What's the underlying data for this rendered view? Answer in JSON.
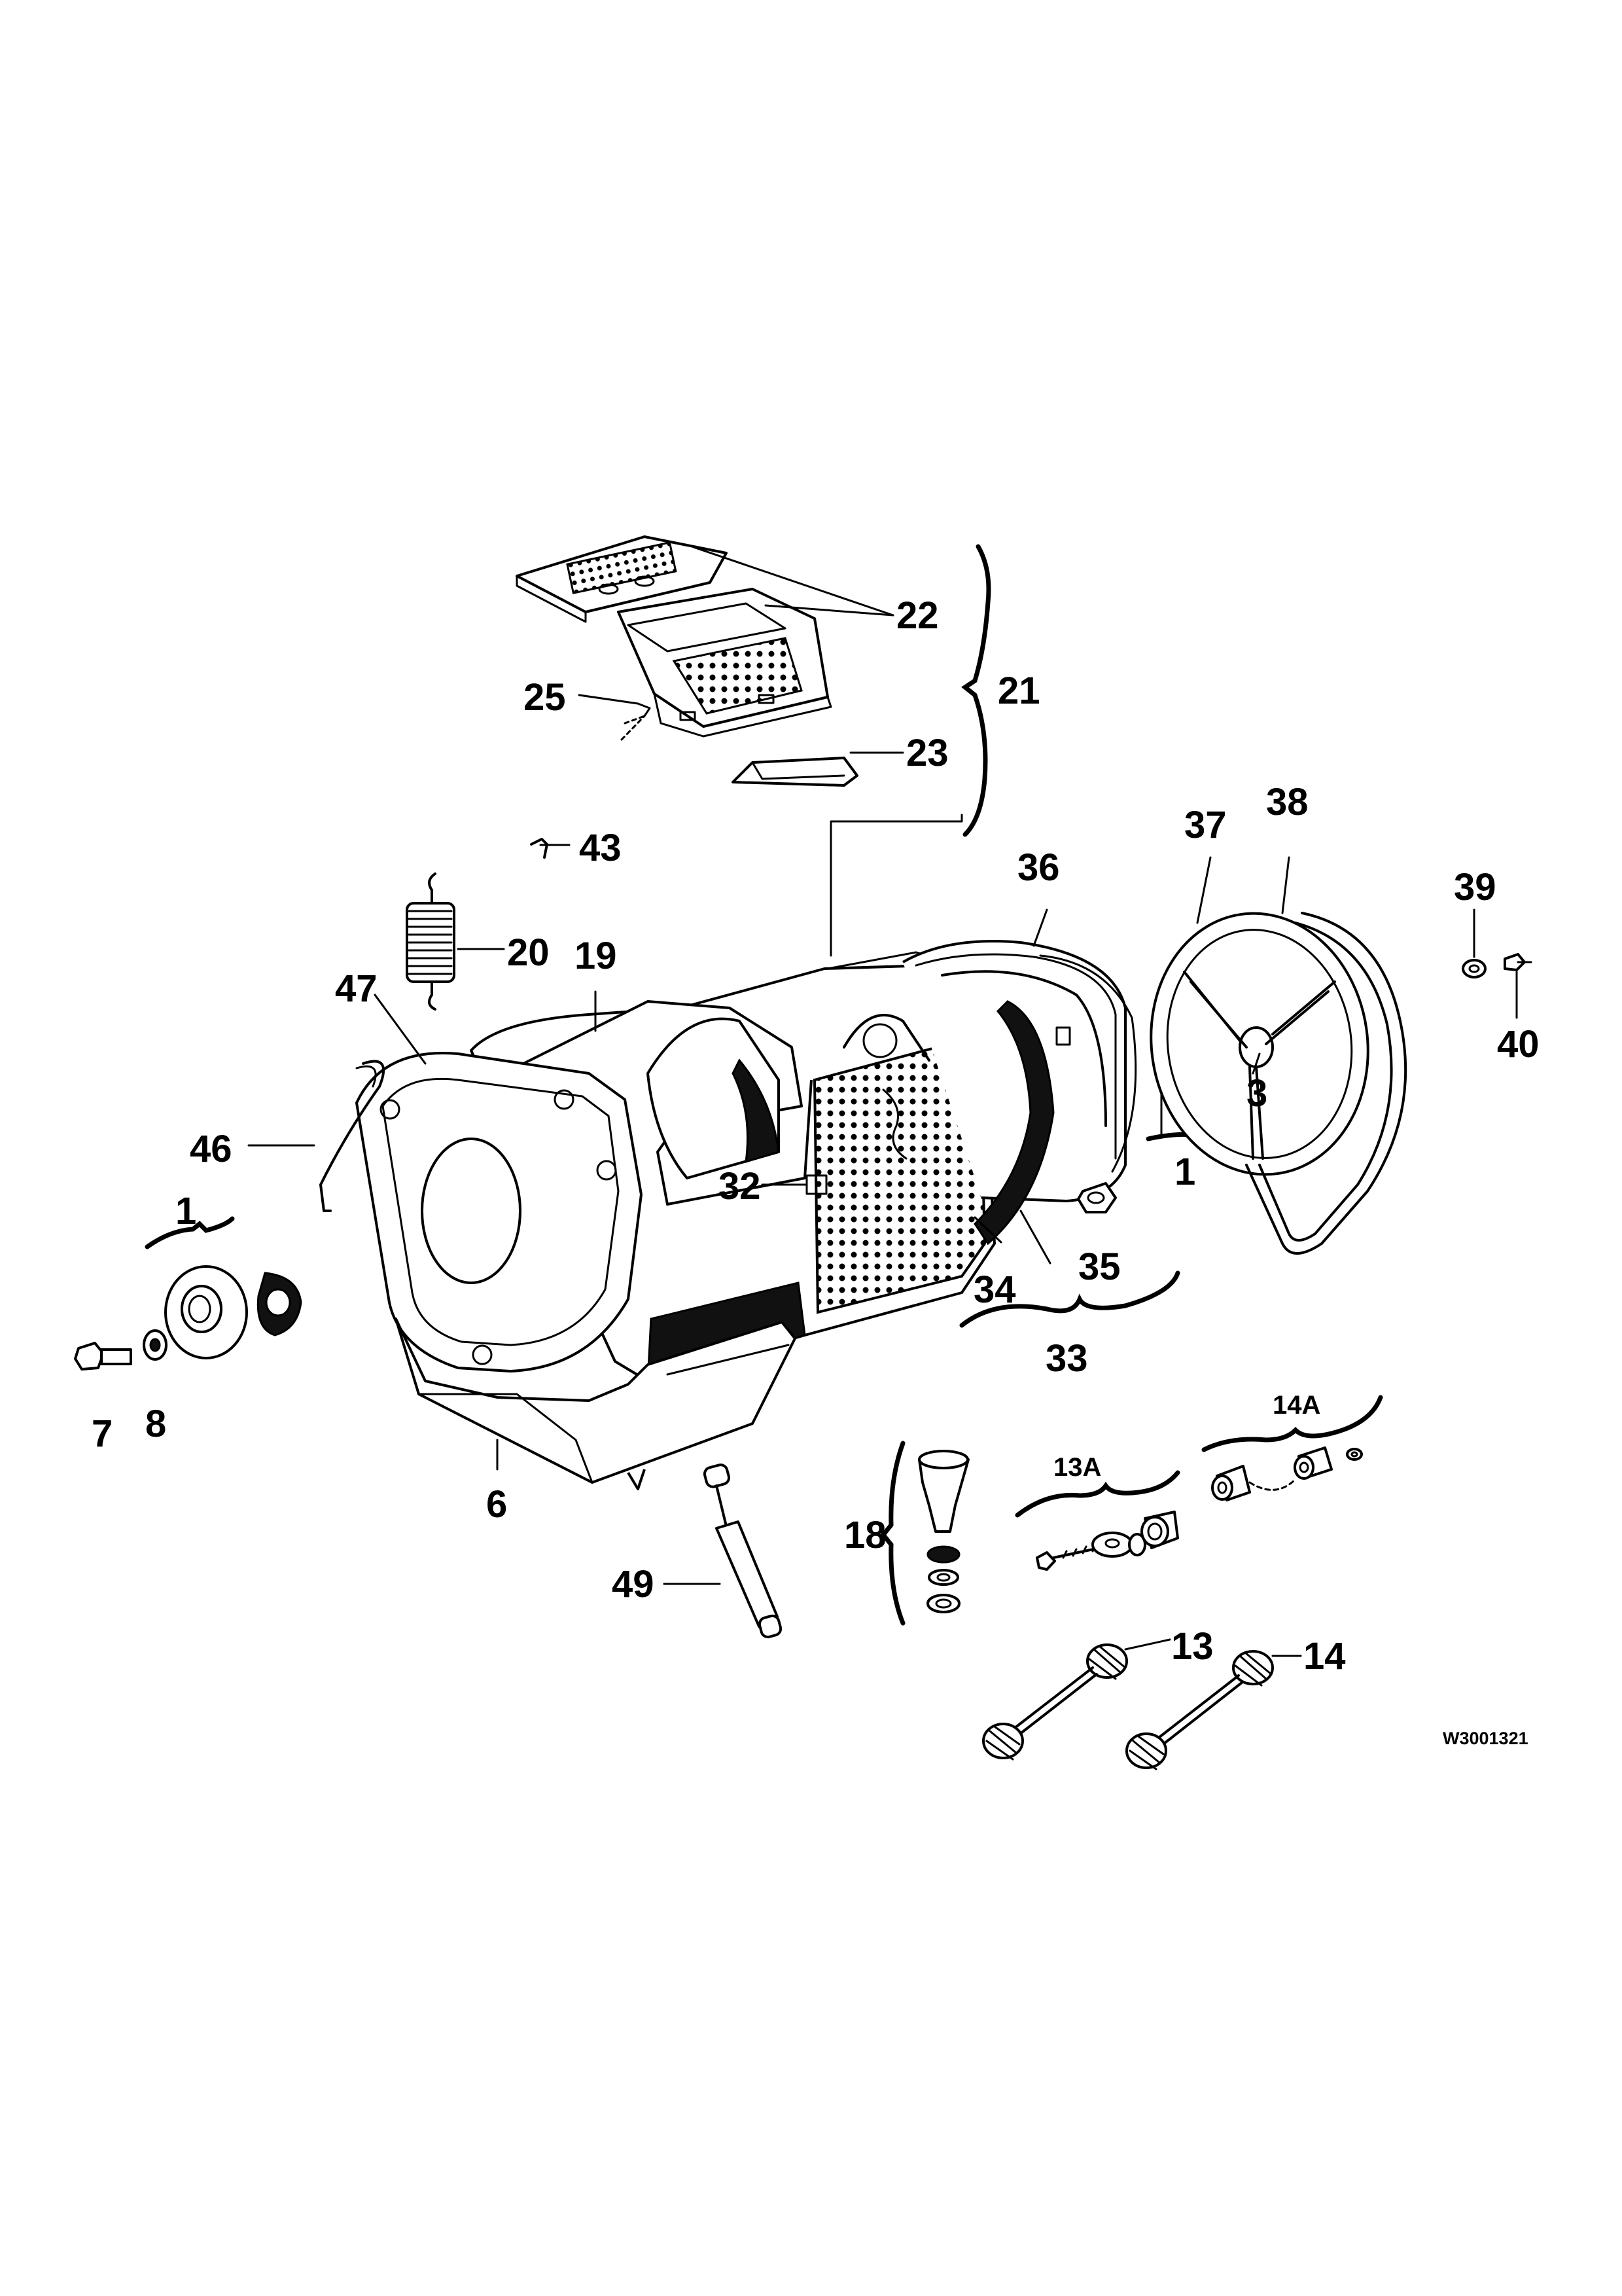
{
  "drawing_code": "W3001321",
  "labels": {
    "p1_left": "1",
    "p1_right": "1",
    "p3": "3",
    "p6": "6",
    "p7": "7",
    "p8": "8",
    "p13": "13",
    "p13A": "13A",
    "p14": "14",
    "p14A": "14A",
    "p18": "18",
    "p19": "19",
    "p20": "20",
    "p21": "21",
    "p22": "22",
    "p23": "23",
    "p25": "25",
    "p32": "32",
    "p33": "33",
    "p34": "34",
    "p35": "35",
    "p36": "36",
    "p37": "37",
    "p38": "38",
    "p39": "39",
    "p40": "40",
    "p43": "43",
    "p46": "46",
    "p47": "47",
    "p49": "49"
  }
}
